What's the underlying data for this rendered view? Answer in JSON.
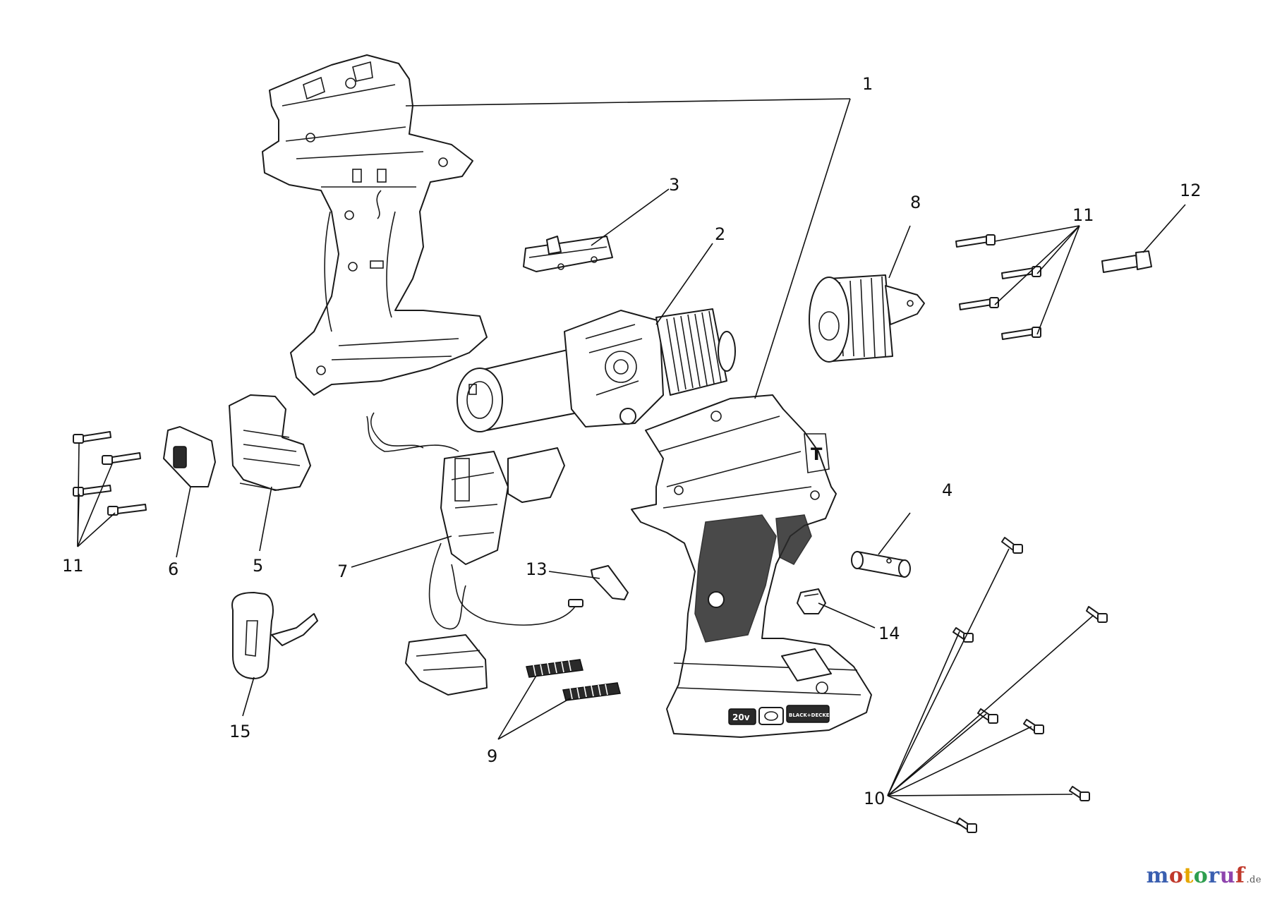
{
  "callouts": [
    {
      "id": "1",
      "text": "1"
    },
    {
      "id": "2",
      "text": "2"
    },
    {
      "id": "3",
      "text": "3"
    },
    {
      "id": "4",
      "text": "4"
    },
    {
      "id": "5",
      "text": "5"
    },
    {
      "id": "6",
      "text": "6"
    },
    {
      "id": "7",
      "text": "7"
    },
    {
      "id": "8",
      "text": "8"
    },
    {
      "id": "9",
      "text": "9"
    },
    {
      "id": "10",
      "text": "10"
    },
    {
      "id": "11a",
      "text": "11"
    },
    {
      "id": "11b",
      "text": "11"
    },
    {
      "id": "12",
      "text": "12"
    },
    {
      "id": "13",
      "text": "13"
    },
    {
      "id": "14",
      "text": "14"
    },
    {
      "id": "15",
      "text": "15"
    }
  ],
  "housing_marks": {
    "voltage": "20v",
    "brand_badge": "BLACK+DECKER"
  },
  "watermark": {
    "letters": [
      "m",
      "o",
      "t",
      "o",
      "r",
      "u",
      "f"
    ],
    "letter_colors": [
      "#3a5fb0",
      "#c0392b",
      "#e6a700",
      "#2e9e4f",
      "#3a5fb0",
      "#8e44ad",
      "#c0392b"
    ],
    "suffix": ".de"
  }
}
